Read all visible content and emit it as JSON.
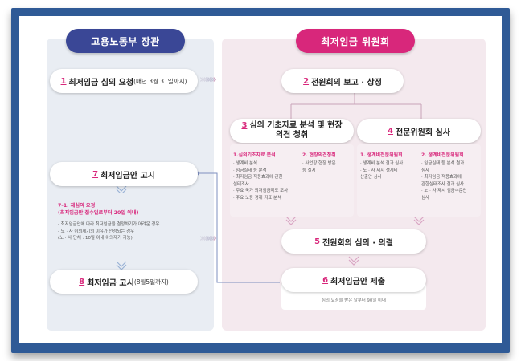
{
  "headers": {
    "left": "고용노동부 장관",
    "right": "최저임금 위원회"
  },
  "steps": {
    "s1": {
      "num": "1",
      "label": "최저임금 심의 요청",
      "sub": "(매년 3월 31일까지)"
    },
    "s2": {
      "num": "2",
      "label": "전원회의 보고 · 상정"
    },
    "s3": {
      "num": "3",
      "label_line1": "심의 기초자료 분석 및 현장",
      "label_line2": "의견 청취"
    },
    "s4": {
      "num": "4",
      "label": "전문위원회 심사"
    },
    "s5": {
      "num": "5",
      "label": "전원회의 심의 · 의결"
    },
    "s6": {
      "num": "6",
      "label": "최저임금안 제출",
      "note": "심의 요청을 받은 날부터 90일 이내"
    },
    "s7": {
      "num": "7",
      "label": "최저임금안 고시"
    },
    "s8": {
      "num": "8",
      "label": "최저임금 고시",
      "sub": "(8월5일까지)"
    }
  },
  "card3": {
    "col1": {
      "title": "1.심의기초자료 분석",
      "items": [
        "· 생계비 분석",
        "· 임금실태 등 분석",
        "· 최저임금 적용효과에 관한",
        "  실태조사",
        "· 주요 국가 최저임금제도 조사",
        "· 주요 노동 경제 지표 분석"
      ]
    },
    "col2": {
      "title": "2. 현장의견청취",
      "items": [
        "· 사업장 현장 방문",
        "  등 실시"
      ]
    }
  },
  "card4": {
    "col1": {
      "title": "1. 생계비전문위원회",
      "items": [
        "· 생계비 분석 결과 심사",
        "· 노 · 사 제시 생계비",
        "  산출안 심사"
      ]
    },
    "col2": {
      "title": "2. 생계비전문위원회",
      "items": [
        "· 임금실태 등 분석 결과",
        "  심사",
        "· 최저임금 적용효과에",
        "  관한실태조사 결과 심사",
        "· 노 · 사 제시 임금수준안",
        "  심사"
      ]
    }
  },
  "retry": {
    "title_line1": "7-1. 재심의 요청",
    "title_line2": "(최저임금안 접수일로부터 20일 이내)",
    "items": [
      "- 최저임금안에 따라 최저임금을 결정하기가 어려운 경우",
      "- 노 · 사 이의제기의 이유가 인정되는 경우",
      "  (노 · 사 단체 : 10일 이내 이의제기 가능)"
    ]
  },
  "colors": {
    "frame": "#2f5a96",
    "navy": "#3a4796",
    "pink": "#d8277b",
    "chevron": "#c8c8c8",
    "accent_chevron": "#d36aa3"
  }
}
